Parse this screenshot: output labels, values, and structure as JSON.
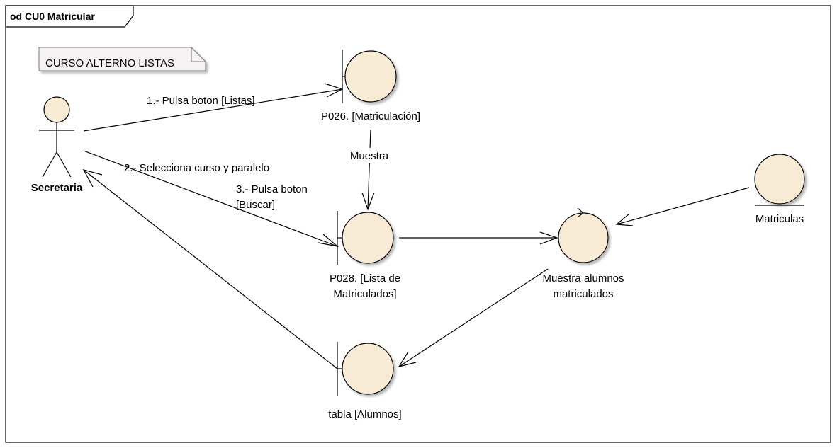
{
  "frame": {
    "title": "od CU0 Matricular"
  },
  "note": {
    "text": "CURSO ALTERNO LISTAS"
  },
  "actor": {
    "label": "Secretaria"
  },
  "boundaries": {
    "p026": {
      "label": "P026. [Matriculación]"
    },
    "p028": {
      "label_line1": "P028. [Lista de",
      "label_line2": "Matriculados]"
    },
    "tabla": {
      "label": "tabla [Alumnos]"
    }
  },
  "controls": {
    "muestra_alumnos": {
      "label_line1": "Muestra alumnos",
      "label_line2": "matriculados"
    }
  },
  "entities": {
    "matriculas": {
      "label": "Matriculas"
    }
  },
  "messages": {
    "m1": "1.- Pulsa boton [Listas]",
    "m2": "2.- Selecciona curso y paralelo",
    "m3_line1": "3.- Pulsa boton",
    "m3_line2": "[Buscar]",
    "muestra": "Muestra"
  },
  "colors": {
    "shape_fill": "#f8ebd6",
    "note_fill": "#f6f2f4",
    "stroke": "#000000"
  }
}
